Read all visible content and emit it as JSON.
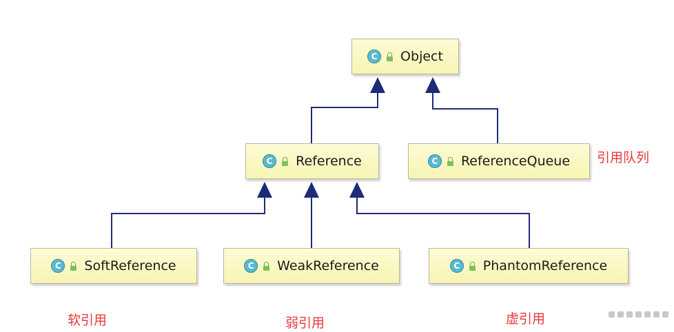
{
  "nodes": [
    {
      "id": "object",
      "label": "Object",
      "icon": "class-icon",
      "icon_letter": "C"
    },
    {
      "id": "reference",
      "label": "Reference",
      "icon": "class-icon",
      "icon_letter": "C"
    },
    {
      "id": "reference-queue",
      "label": "ReferenceQueue",
      "icon": "class-icon",
      "icon_letter": "C"
    },
    {
      "id": "soft-reference",
      "label": "SoftReference",
      "icon": "class-icon",
      "icon_letter": "C"
    },
    {
      "id": "weak-reference",
      "label": "WeakReference",
      "icon": "class-icon",
      "icon_letter": "C"
    },
    {
      "id": "phantom-reference",
      "label": "PhantomReference",
      "icon": "class-icon",
      "icon_letter": "C"
    }
  ],
  "edges": [
    {
      "from": "reference",
      "to": "object",
      "type": "inheritance"
    },
    {
      "from": "reference-queue",
      "to": "object",
      "type": "inheritance"
    },
    {
      "from": "soft-reference",
      "to": "reference",
      "type": "inheritance"
    },
    {
      "from": "weak-reference",
      "to": "reference",
      "type": "inheritance"
    },
    {
      "from": "phantom-reference",
      "to": "reference",
      "type": "inheritance"
    }
  ],
  "annotations": {
    "reference_queue_note": "引用队列",
    "soft_note": "软引用",
    "weak_note": "弱引用",
    "phantom_note": "虚引用"
  },
  "colors": {
    "node_fill": "#f8f4b4",
    "arrow": "#1f2a78",
    "note_text": "#e8393a",
    "icon_fill": "#5bb9cf",
    "lock": "#7cc05a"
  }
}
